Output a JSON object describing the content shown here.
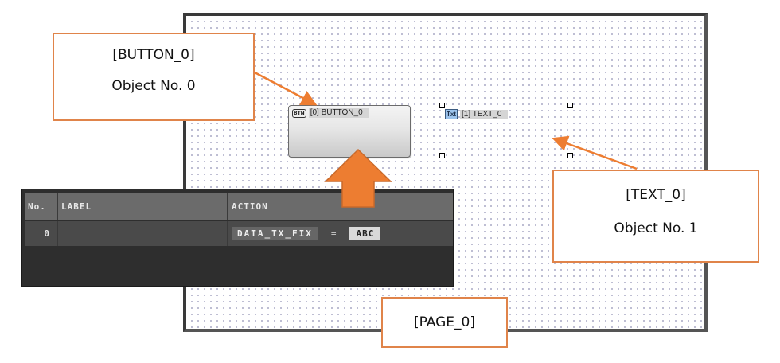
{
  "canvas": {
    "page_name": "PAGE_0"
  },
  "objects": [
    {
      "id": 0,
      "type_icon": "BTN",
      "label": "[0] BUTTON_0",
      "kind": "button"
    },
    {
      "id": 1,
      "type_icon": "Txt",
      "label": "[1] TEXT_0",
      "kind": "text"
    }
  ],
  "action_table": {
    "headers": [
      "No.",
      "LABEL",
      "ACTION"
    ],
    "rows": [
      {
        "no": "0",
        "label": "",
        "action_fn": "DATA_TX_FIX",
        "operator": "=",
        "value": "ABC"
      }
    ]
  },
  "callouts": {
    "button": {
      "title": "[BUTTON_0]",
      "subtitle": "Object No. 0"
    },
    "text": {
      "title": "[TEXT_0]",
      "subtitle": "Object No. 1"
    },
    "page": {
      "title": "[PAGE_0]"
    }
  },
  "colors": {
    "accent_orange": "#ED7D31",
    "callout_border": "#E0844A",
    "table_bg": "#2E2E2E",
    "table_header": "#6B6B6B",
    "text_icon_bg": "#9CC3EC"
  }
}
